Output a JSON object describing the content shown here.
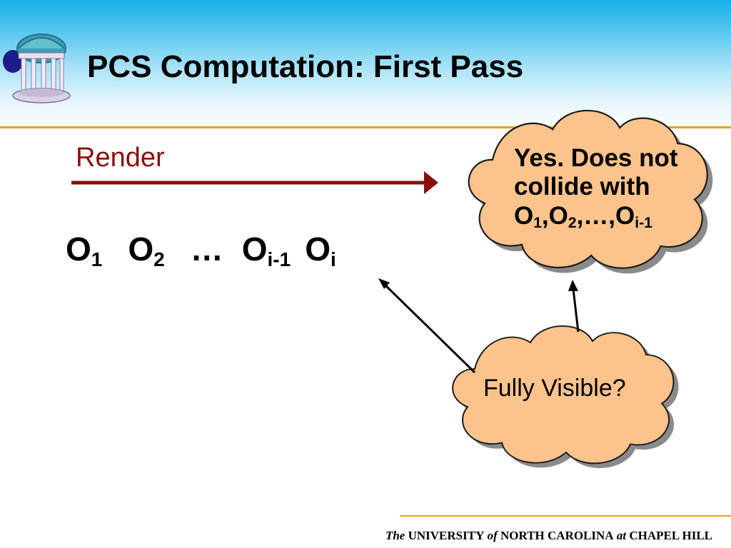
{
  "slide": {
    "title": "PCS Computation: First Pass",
    "render_label": "Render"
  },
  "sequence": [
    {
      "base": "O",
      "sub": "1"
    },
    {
      "base": "O",
      "sub": "2"
    },
    {
      "base": "…",
      "sub": ""
    },
    {
      "base": "O",
      "sub": "i-1"
    },
    {
      "base": "O",
      "sub": "i"
    }
  ],
  "callouts": {
    "collide": {
      "line1": "Yes. Does not",
      "line2": "collide with",
      "line3": {
        "o": "O",
        "s1": "1",
        "sep1": ",O",
        "s2": "2",
        "sep2": ",…,O",
        "s3": "i-1"
      }
    },
    "visible": {
      "text": "Fully Visible?"
    }
  },
  "footer": {
    "the": "The",
    "university": "UNIVERSITY",
    "of": "of",
    "nc": "NORTH CAROLINA",
    "at": "at",
    "chapel": "CHAPEL HILL"
  },
  "colors": {
    "header_top": "#16aee8",
    "rule": "#e3a21a",
    "render_arrow": "#8b0d0d",
    "cloud_fill": "#fdc38c",
    "cloud_shadow": "#8a8a8a"
  },
  "icons": [
    "old-well-logo"
  ]
}
